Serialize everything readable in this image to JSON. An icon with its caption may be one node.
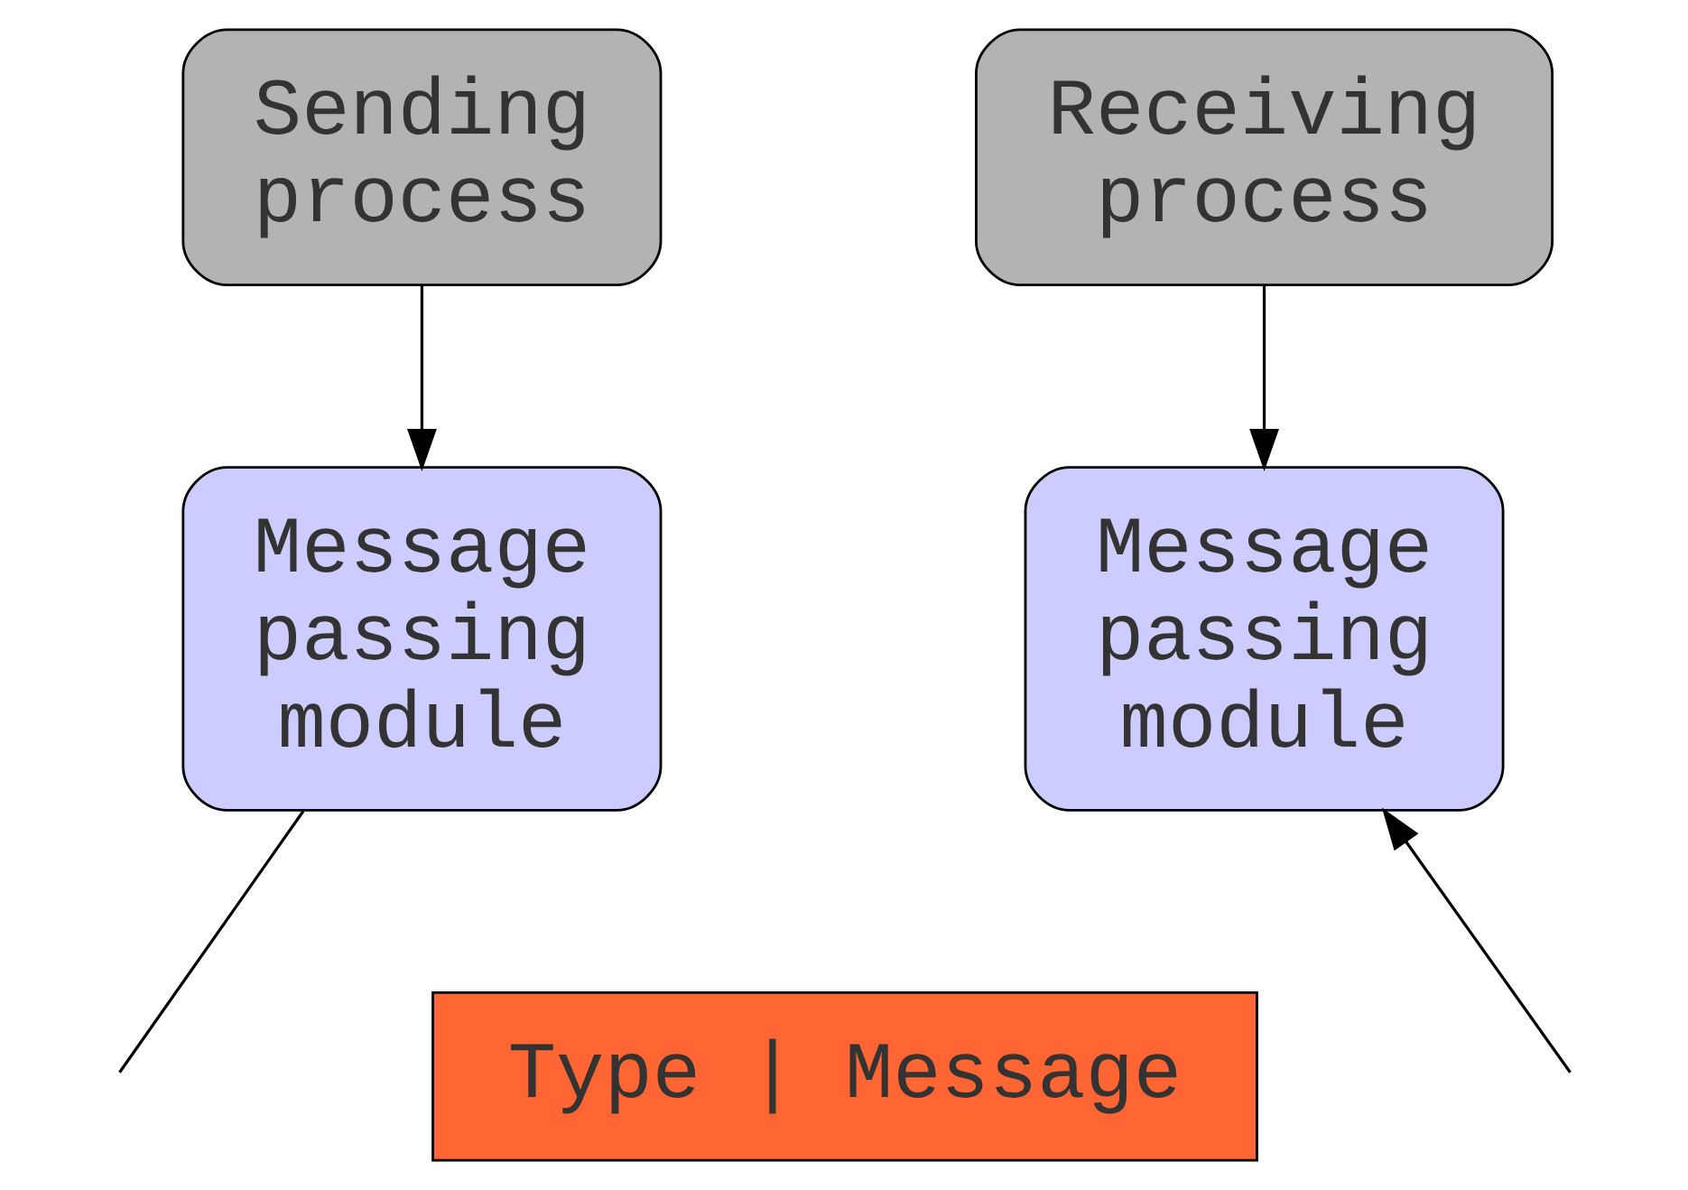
{
  "diagram": {
    "nodes": [
      {
        "text": [
          "Sending process"
        ]
      },
      {
        "text": [
          "Receiving process"
        ]
      },
      {
        "text": [
          "Message passing module"
        ]
      },
      {
        "text": [
          "Message passing module"
        ]
      },
      {
        "text": [
          "Type | Message"
        ]
      }
    ],
    "edges": [
      {
        "from": 0,
        "to": 2,
        "arrow": "to"
      },
      {
        "from": 1,
        "to": 3,
        "arrow": "to"
      },
      {
        "from": 2,
        "to": null,
        "arrow": "none"
      },
      {
        "from": null,
        "to": 3,
        "arrow": "to"
      }
    ]
  }
}
